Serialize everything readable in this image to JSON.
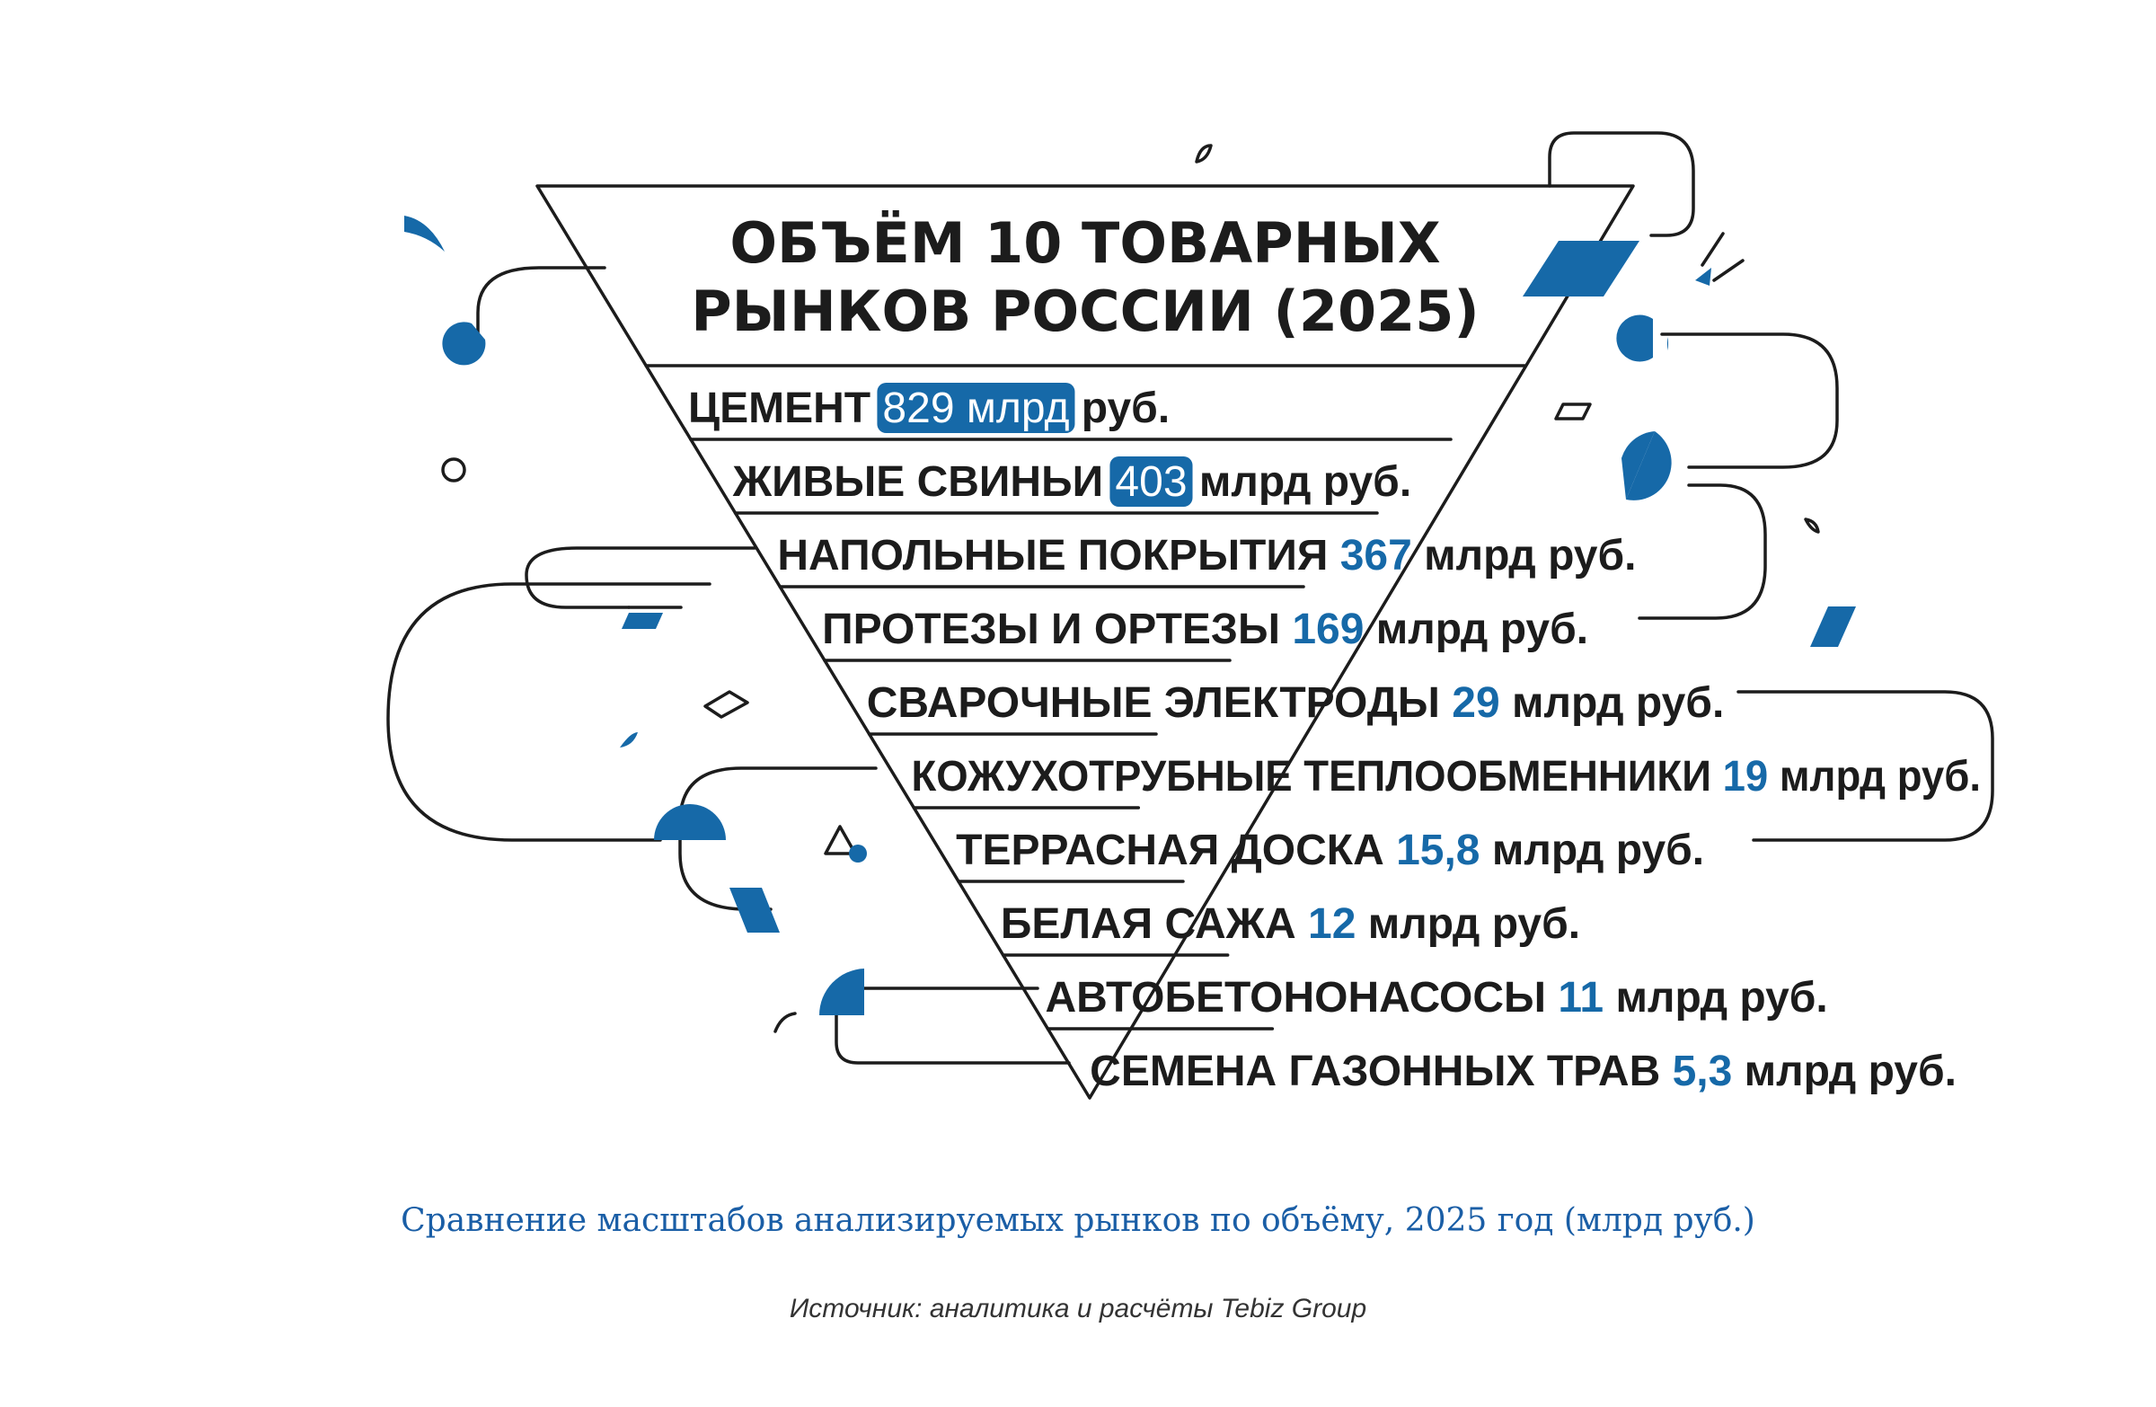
{
  "title_lines": [
    "ОБЪЁМ 10 ТОВАРНЫХ",
    "РЫНКОВ РОССИИ (2025)"
  ],
  "markets": [
    {
      "name": "ЦЕМЕНТ",
      "value": "829 млрд",
      "unit": "руб.",
      "highlight": true
    },
    {
      "name": "ЖИВЫЕ СВИНЬИ",
      "value": "403",
      "unit": "млрд руб.",
      "highlight": true
    },
    {
      "name": "НАПОЛЬНЫЕ ПОКРЫТИЯ",
      "value": "367",
      "unit": "млрд руб.",
      "highlight": false
    },
    {
      "name": "ПРОТЕЗЫ И ОРТЕЗЫ",
      "value": "169",
      "unit": "млрд руб.",
      "highlight": false
    },
    {
      "name": "СВАРОЧНЫЕ ЭЛЕКТРОДЫ",
      "value": "29",
      "unit": "млрд руб.",
      "highlight": false
    },
    {
      "name": "КОЖУХОТРУБНЫЕ ТЕПЛООБМЕННИКИ",
      "value": "19",
      "unit": "млрд руб.",
      "highlight": false
    },
    {
      "name": "ТЕРРАСНАЯ ДОСКА",
      "value": "15,8",
      "unit": "млрд руб.",
      "highlight": false
    },
    {
      "name": "БЕЛАЯ САЖА",
      "value": "12",
      "unit": "млрд руб.",
      "highlight": false
    },
    {
      "name": "АВТОБЕТОНОНАСОСЫ",
      "value": "11",
      "unit": "млрд руб.",
      "highlight": false
    },
    {
      "name": "СЕМЕНА ГАЗОННЫХ ТРАВ",
      "value": "5,3",
      "unit": "млрд руб.",
      "highlight": false
    }
  ],
  "caption": "Сравнение масштабов анализируемых рынков по объёму, 2025 год (млрд руб.)",
  "source": "Источник: аналитика и расчёты Tebiz Group",
  "colors": {
    "accent": "#1669a8",
    "line": "#1c1c1c",
    "caption": "#1a5ea6"
  }
}
